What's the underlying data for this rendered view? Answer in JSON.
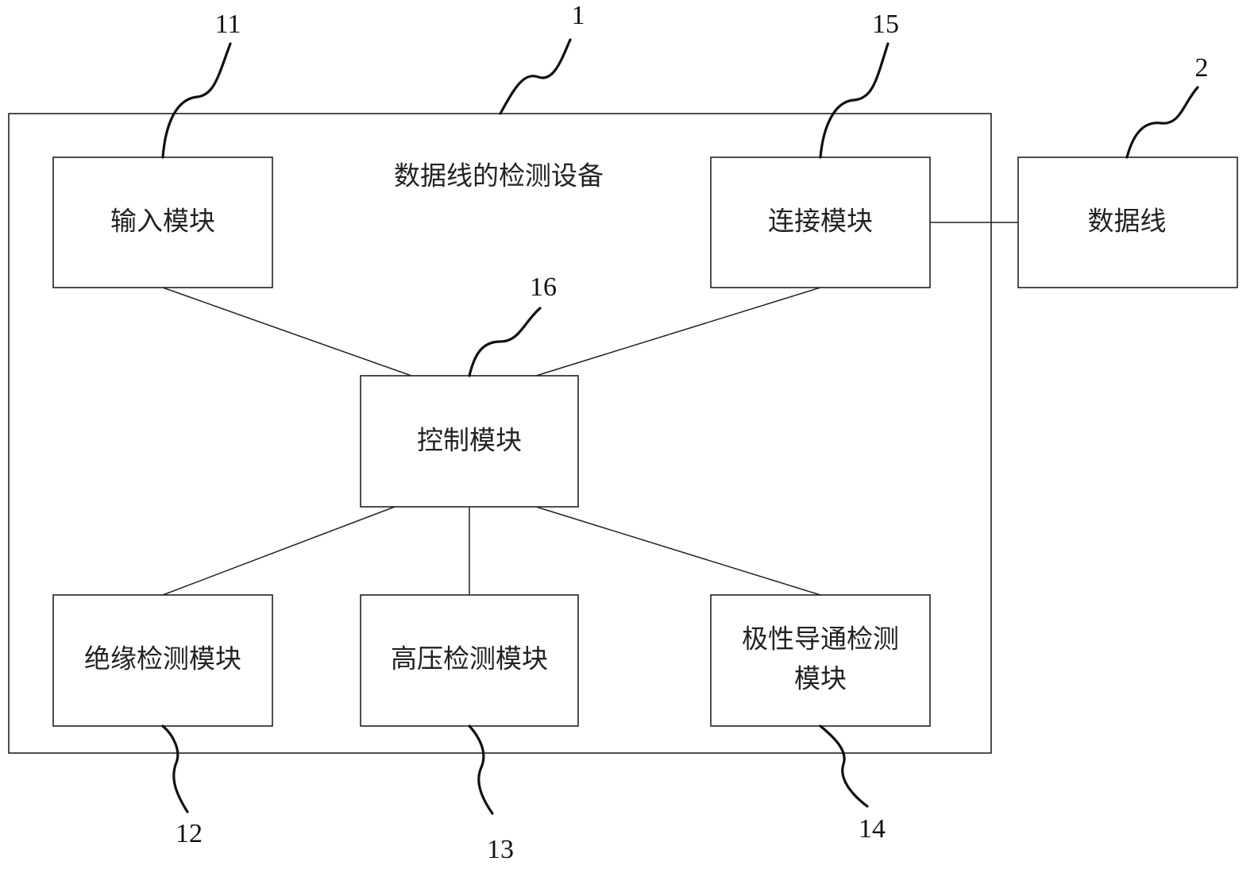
{
  "title": "数据线的检测设备",
  "modules": {
    "input": "输入模块",
    "connect": "连接模块",
    "control": "控制模块",
    "insulation": "绝缘检测模块",
    "high_voltage": "高压检测模块",
    "polarity_line1": "极性导通检测",
    "polarity_line2": "模块"
  },
  "external": {
    "data_line": "数据线"
  },
  "refs": {
    "device": "1",
    "data_line": "2",
    "input": "11",
    "insulation": "12",
    "high_voltage": "13",
    "polarity": "14",
    "connect": "15",
    "control": "16"
  }
}
